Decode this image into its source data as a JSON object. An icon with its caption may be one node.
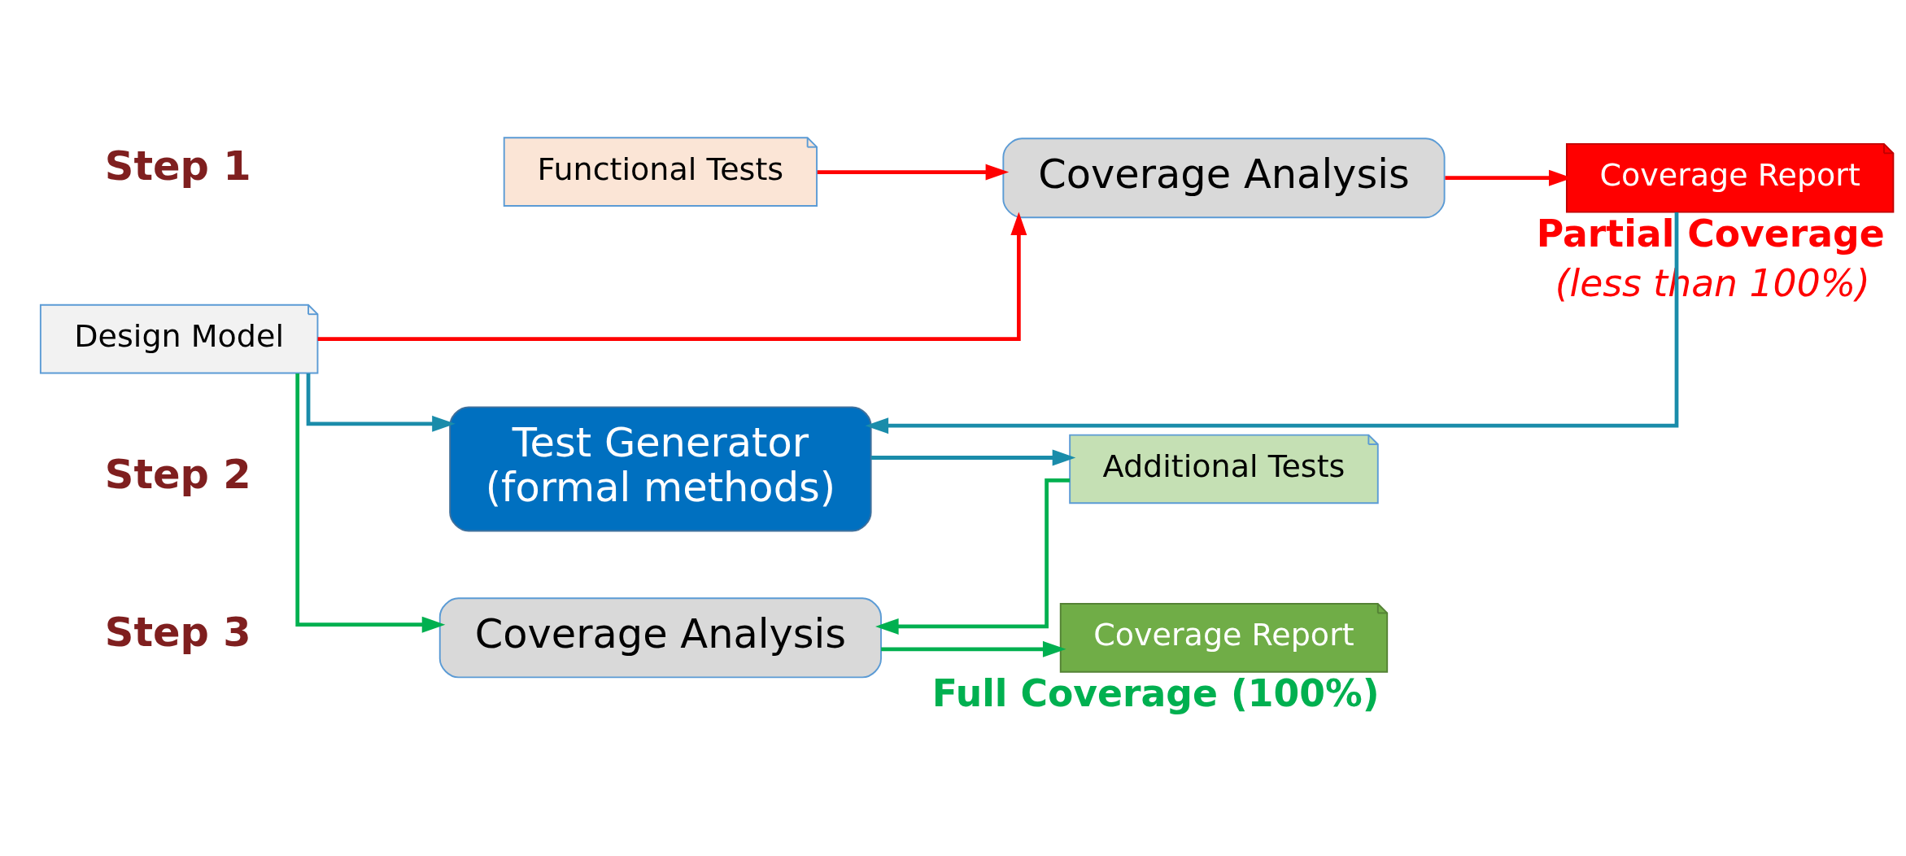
{
  "diagram": {
    "nodes": [
      {
        "text": [
          "Functional Tests"
        ]
      },
      {
        "text": [
          "Design Model"
        ]
      },
      {
        "text": [
          "Coverage Analysis"
        ]
      },
      {
        "text": [
          "Coverage Report"
        ],
        "beside": [
          "Partial Coverage",
          "(less than 100%)"
        ]
      },
      {
        "text": [
          "Test Generator",
          "(formal methods)"
        ]
      },
      {
        "text": [
          "Additional Tests"
        ]
      },
      {
        "text": [
          "Coverage Analysis"
        ]
      },
      {
        "text": [
          "Coverage Report"
        ],
        "beside": [
          "Full Coverage (100%)"
        ]
      }
    ],
    "edges": [
      {
        "from": 0,
        "to": 2,
        "arrow": "to",
        "color": "#ff0000"
      },
      {
        "from": 1,
        "to": 2,
        "arrow": "to",
        "color": "#ff0000"
      },
      {
        "from": 2,
        "to": 3,
        "arrow": "to",
        "color": "#ff0000"
      },
      {
        "from": 3,
        "to": 4,
        "arrow": "to",
        "color": "#1a8caa"
      },
      {
        "from": 1,
        "to": 4,
        "arrow": "to",
        "color": "#1a8caa"
      },
      {
        "from": 1,
        "to": 6,
        "arrow": "to",
        "color": "#00b050"
      },
      {
        "from": 4,
        "to": 5,
        "arrow": "to",
        "color": "#1a8caa"
      },
      {
        "from": 5,
        "to": 6,
        "arrow": "to",
        "color": "#00b050"
      },
      {
        "from": 6,
        "to": 7,
        "arrow": "to",
        "color": "#00b050"
      }
    ],
    "labels": [
      "Step 1",
      "Step 2",
      "Step 3"
    ]
  }
}
